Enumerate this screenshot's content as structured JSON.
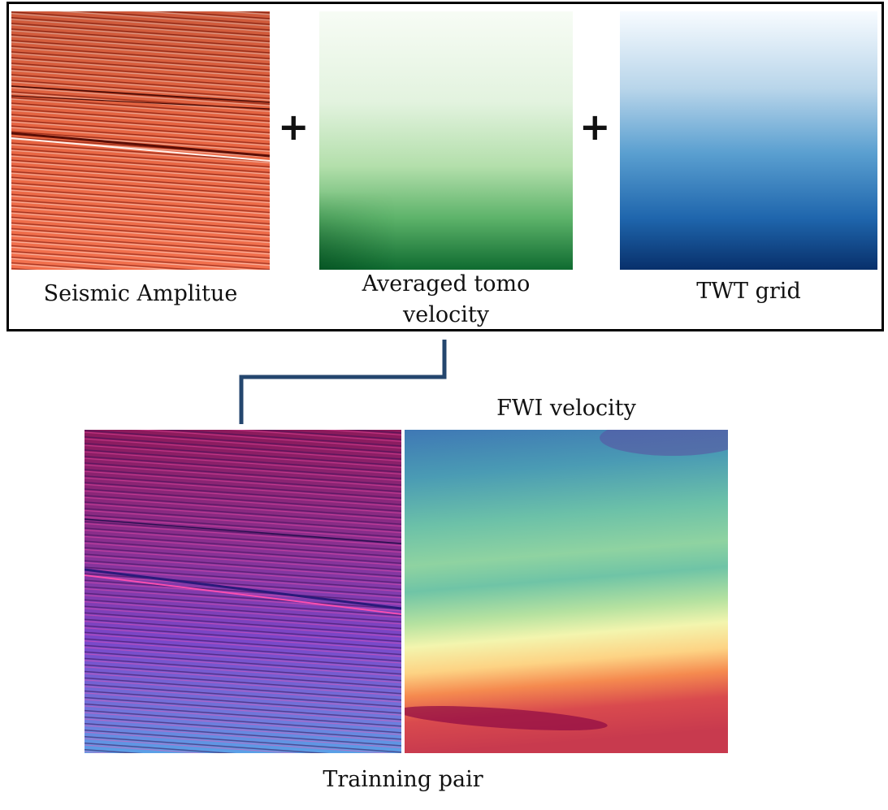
{
  "inputs": {
    "seismic_label": "Seismic Amplitue",
    "tomo_label_line1": "Averaged tomo",
    "tomo_label_line2": "velocity",
    "twt_label": "TWT grid",
    "plus_symbol": "+"
  },
  "outputs": {
    "fwi_label": "FWI velocity",
    "pair_label": "Trainning pair"
  },
  "colors": {
    "frame": "#000000",
    "connector": "#24466e",
    "seismic_base": "#f0643f",
    "tomo_top": "#f7fcf5",
    "tomo_bottom": "#00441b",
    "twt_top": "#f7fbff",
    "twt_bottom": "#08306b"
  }
}
